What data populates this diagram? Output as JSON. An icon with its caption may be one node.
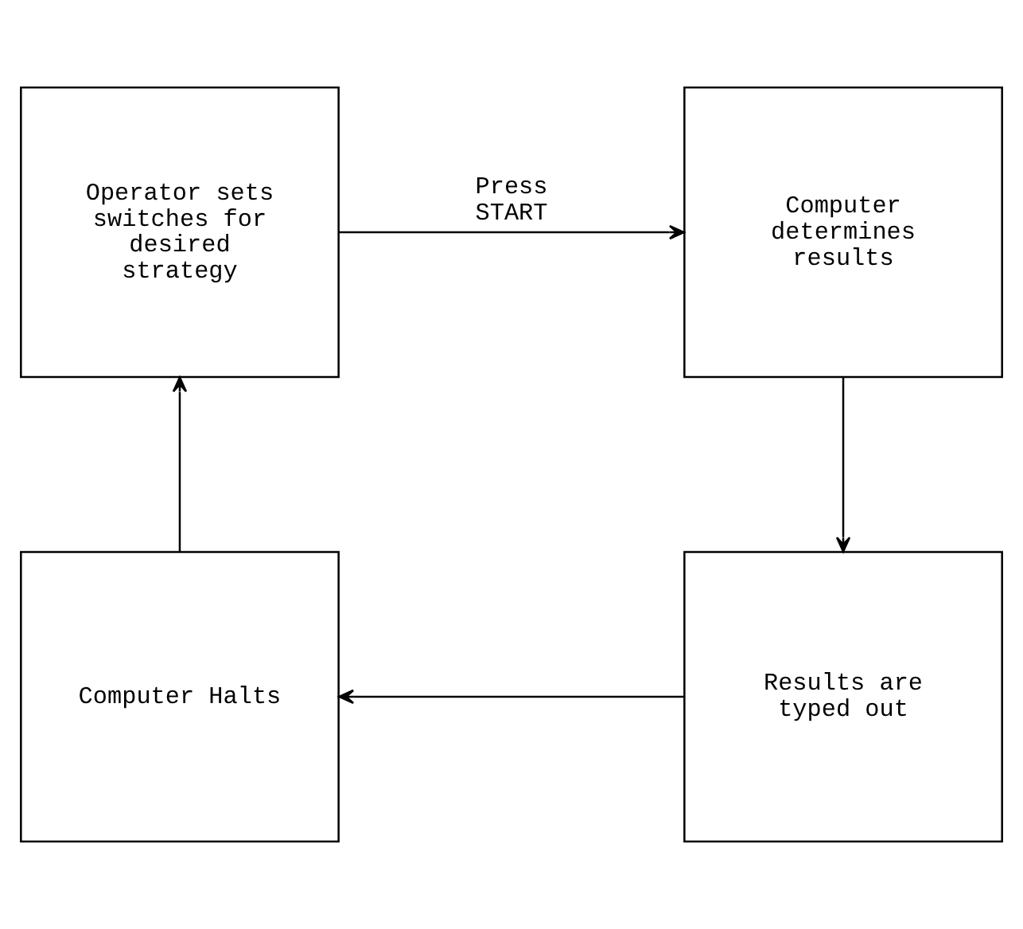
{
  "diagram": {
    "nodes": [
      {
        "text": [
          "Operator sets switches for desired strategy"
        ]
      },
      {
        "text": [
          "Computer determines results"
        ]
      },
      {
        "text": [
          "Results are typed out"
        ]
      },
      {
        "text": [
          "Computer Halts"
        ]
      }
    ],
    "edges": [
      {
        "from": 0,
        "to": 1,
        "arrow": "to",
        "label": "Press START"
      },
      {
        "from": 1,
        "to": 2,
        "arrow": "to"
      },
      {
        "from": 2,
        "to": 3,
        "arrow": "to"
      },
      {
        "from": 3,
        "to": 0,
        "arrow": "to"
      }
    ]
  }
}
